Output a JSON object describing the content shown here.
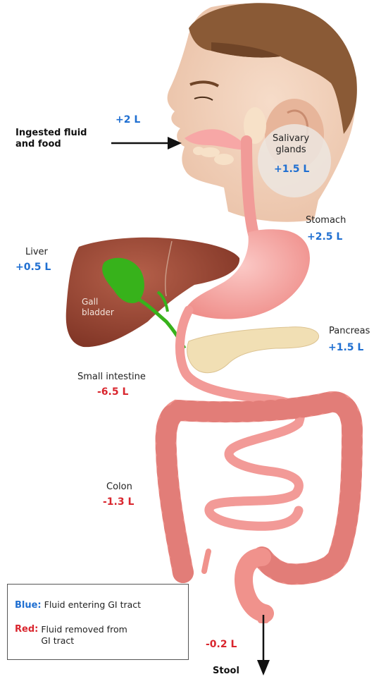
{
  "labels": {
    "ingested": "Ingested fluid\nand food",
    "salivary": "Salivary\nglands",
    "stomach": "Stomach",
    "liver": "Liver",
    "gall_bladder": "Gall\nbladder",
    "pancreas": "Pancreas",
    "small_intestine": "Small intestine",
    "colon": "Colon",
    "stool": "Stool"
  },
  "values": {
    "ingested": "+2 L",
    "salivary": "+1.5 L",
    "stomach": "+2.5 L",
    "liver": "+0.5 L",
    "pancreas": "+1.5 L",
    "small_intestine": "-6.5 L",
    "colon": "-1.3 L",
    "stool": "-0.2 L"
  },
  "legend": {
    "blue_key": "Blue:",
    "blue_text": "Fluid entering GI tract",
    "red_key": "Red:",
    "red_text": "Fluid removed from\nGI tract"
  },
  "colors": {
    "entering": "#1f6fd1",
    "removed": "#d9262e"
  }
}
